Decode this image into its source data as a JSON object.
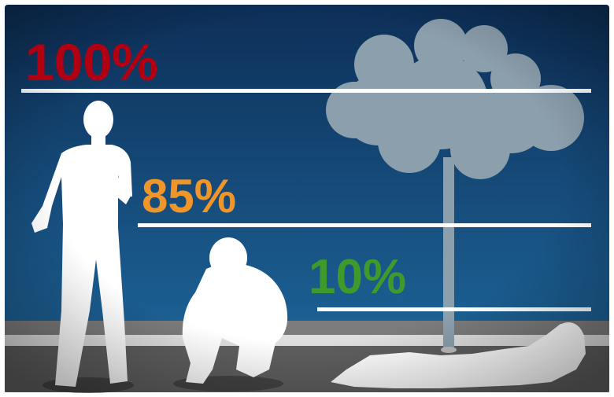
{
  "levels": [
    {
      "label": "100%",
      "color": "#b00012"
    },
    {
      "label": "85%",
      "color": "#f0952a"
    },
    {
      "label": "10%",
      "color": "#3d9a2b"
    }
  ],
  "colors": {
    "background_top": "#0d2f58",
    "background_bottom": "#1f6aa0",
    "ground": "#5e5e5e",
    "curb": "#dcdcdc",
    "silhouette": "#ffffff",
    "tree": "#8c9fad",
    "line": "#ffffff"
  }
}
